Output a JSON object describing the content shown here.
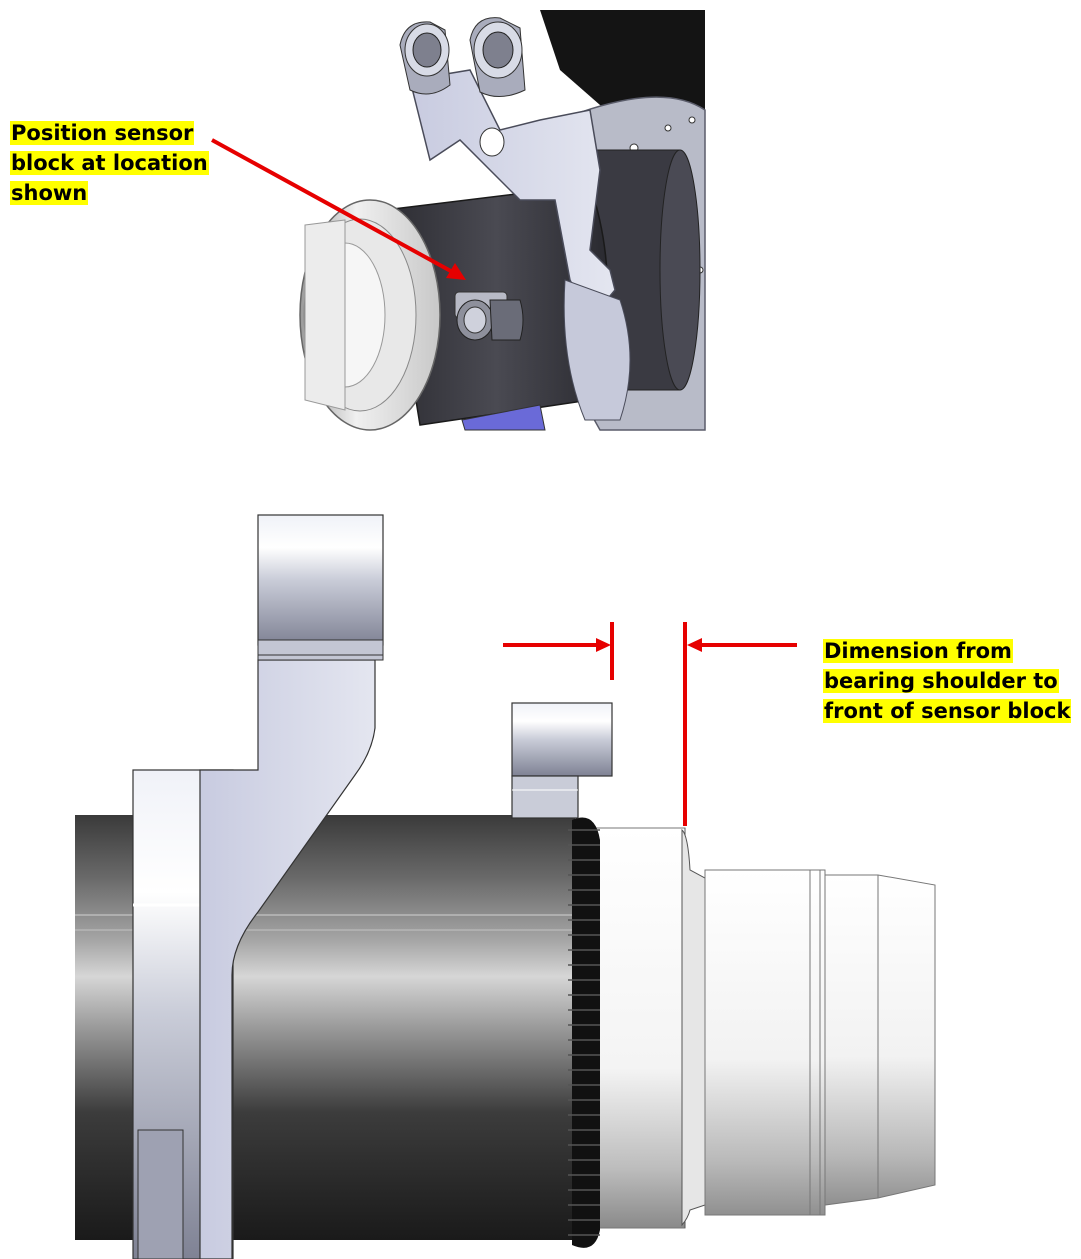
{
  "callouts": {
    "top": {
      "lines": [
        "Position sensor",
        "block at location",
        "shown"
      ]
    },
    "bottom": {
      "lines": [
        "Dimension from",
        "bearing shoulder to",
        "front of sensor block"
      ]
    }
  },
  "colors": {
    "highlight": "#ffff00",
    "annotation": "#e60000",
    "shaft_dark": "#2a2a2a",
    "metal_light": "#d8dbe6",
    "sensor_blue": "#6a6ad8"
  }
}
